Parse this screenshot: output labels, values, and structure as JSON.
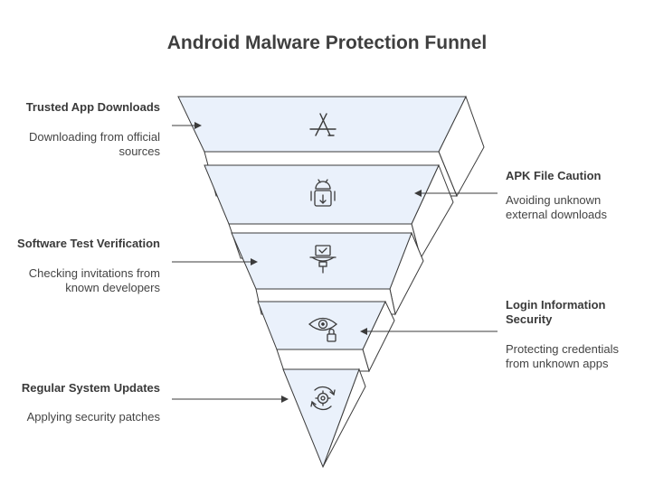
{
  "title": "Android Malware Protection Funnel",
  "colors": {
    "face": "#eaf1fb",
    "side": "#ffffff",
    "stroke": "#3b3b3b",
    "text": "#3a3a3a"
  },
  "layers": [
    {
      "heading": "Trusted App Downloads",
      "description": "Downloading from official sources",
      "side": "left",
      "icon": "app-store-icon"
    },
    {
      "heading": "APK File Caution",
      "description": "Avoiding unknown external downloads",
      "side": "right",
      "icon": "android-download-icon"
    },
    {
      "heading": "Software Test Verification",
      "description": "Checking invitations from known developers",
      "side": "left",
      "icon": "verified-test-icon"
    },
    {
      "heading": "Login Information Security",
      "description": "Protecting credentials from unknown apps",
      "side": "right",
      "icon": "eye-lock-icon"
    },
    {
      "heading": "Regular System Updates",
      "description": "Applying security patches",
      "side": "left",
      "icon": "gear-update-icon"
    }
  ]
}
